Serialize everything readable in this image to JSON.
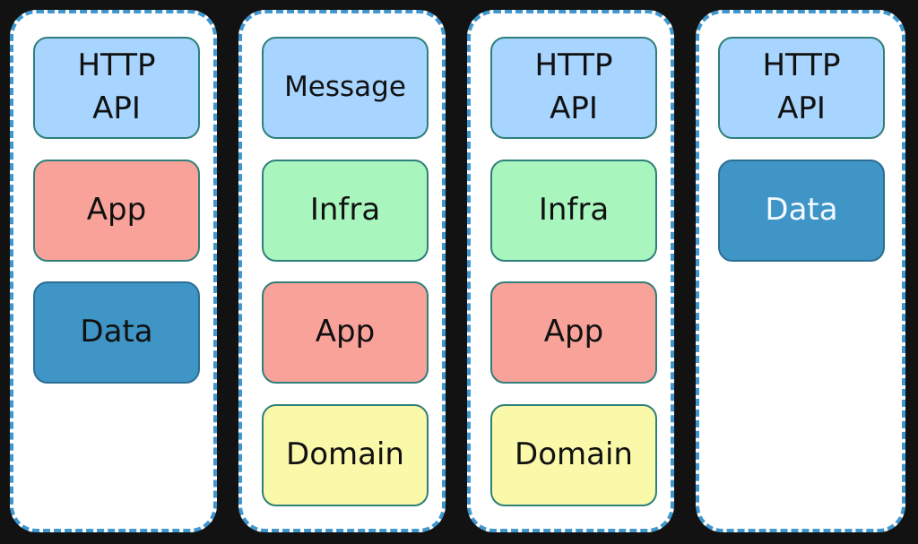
{
  "columns": [
    {
      "layers": [
        {
          "label": "HTTP\nAPI",
          "kind": "http-api",
          "color": "#a7d5ff"
        },
        {
          "label": "App",
          "kind": "app",
          "color": "#f8a29a"
        },
        {
          "label": "Data",
          "kind": "data",
          "color": "#3e95c6"
        }
      ]
    },
    {
      "layers": [
        {
          "label": "Message",
          "kind": "message",
          "color": "#a7d5ff"
        },
        {
          "label": "Infra",
          "kind": "infra",
          "color": "#a8f5bd"
        },
        {
          "label": "App",
          "kind": "app",
          "color": "#f8a29a"
        },
        {
          "label": "Domain",
          "kind": "domain",
          "color": "#f9f9a9"
        }
      ]
    },
    {
      "layers": [
        {
          "label": "HTTP\nAPI",
          "kind": "http-api",
          "color": "#a7d5ff"
        },
        {
          "label": "Infra",
          "kind": "infra",
          "color": "#a8f5bd"
        },
        {
          "label": "App",
          "kind": "app",
          "color": "#f8a29a"
        },
        {
          "label": "Domain",
          "kind": "domain",
          "color": "#f9f9a9"
        }
      ]
    },
    {
      "layers": [
        {
          "label": "HTTP\nAPI",
          "kind": "http-api",
          "color": "#a7d5ff"
        },
        {
          "label": "Data",
          "kind": "data",
          "color": "#3e95c6"
        }
      ]
    }
  ],
  "colors": {
    "background": "#121212",
    "container_fill": "#ffffff",
    "container_border": "#3f97cf"
  }
}
